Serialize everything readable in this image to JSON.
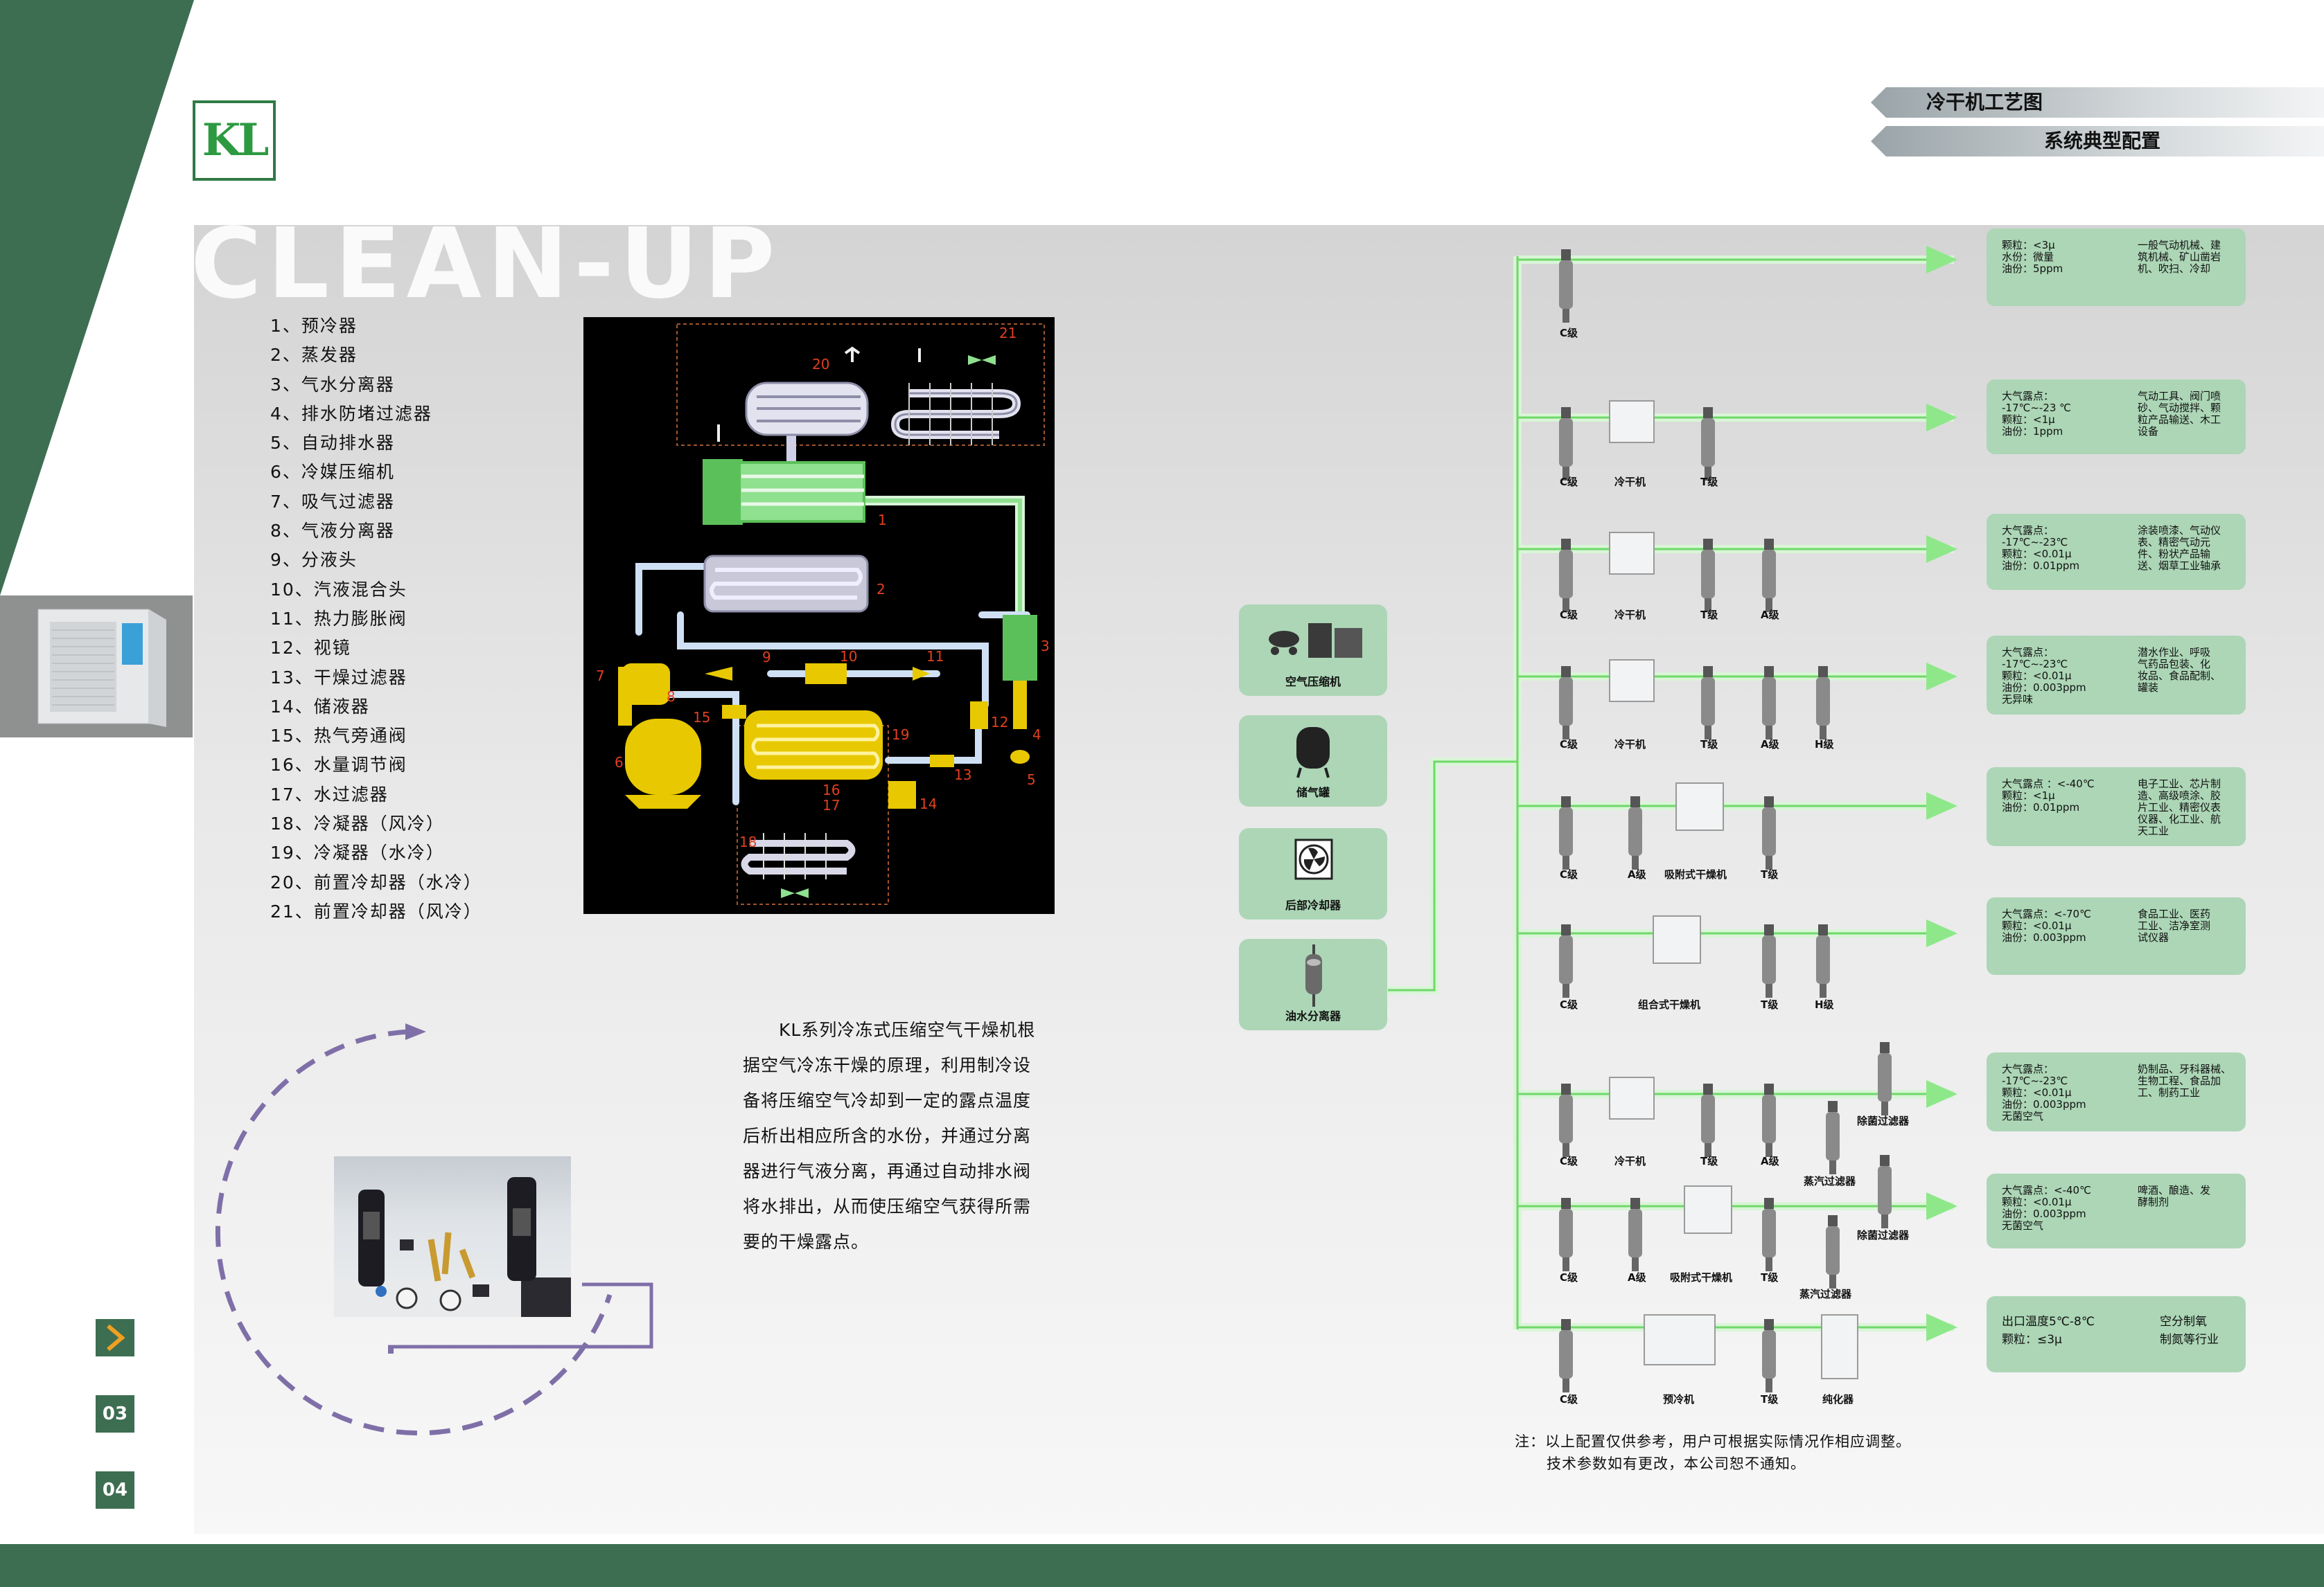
{
  "header": {
    "logo_text": "KL",
    "tab_process": "冷干机工艺图",
    "tab_config": "系统典型配置",
    "watermark_title": "CLEAN-UP"
  },
  "parts_list": [
    "1、预冷器",
    "2、蒸发器",
    "3、气水分离器",
    "4、排水防堵过滤器",
    "5、自动排水器",
    "6、冷媒压缩机",
    "7、吸气过滤器",
    "8、气液分离器",
    "9、分液头",
    "10、汽液混合头",
    "11、热力膨胀阀",
    "12、视镜",
    "13、干燥过滤器",
    "14、储液器",
    "15、热气旁通阀",
    "16、水量调节阀",
    "17、水过滤器",
    "18、冷凝器（风冷）",
    "19、冷凝器（水冷）",
    "20、前置冷却器（水冷）",
    "21、前置冷却器（风冷）"
  ],
  "process_diagram_numbers": [
    "1",
    "2",
    "3",
    "4",
    "5",
    "6",
    "7",
    "8",
    "9",
    "10",
    "11",
    "12",
    "13",
    "14",
    "15",
    "16",
    "17",
    "18",
    "19",
    "20",
    "21"
  ],
  "description": [
    "　　KL系列冷冻式压缩空气干燥机根",
    "据空气冷冻干燥的原理，利用制冷设",
    "备将压缩空气冷却到一定的露点温度",
    "后析出相应所含的水份，并通过分离",
    "器进行气液分离，再通过自动排水阀",
    "将水排出，从而使压缩空气获得所需",
    "要的干燥露点。"
  ],
  "side_buttons": {
    "page_a": "03",
    "page_b": "04"
  },
  "equipment": [
    "空气压缩机",
    "储气罐",
    "后部冷却器",
    "油水分离器"
  ],
  "config_lines": [
    {
      "components": [
        "C级"
      ],
      "spec_left": "颗粒：<3μ\n水份：微量\n油份：5ppm",
      "spec_right": "一般气动机械、建\n筑机械、矿山凿岩\n机、吹扫、冷却"
    },
    {
      "components": [
        "C级",
        "冷干机",
        "T级"
      ],
      "spec_left": "大气露点：\n-17℃~-23 ℃\n颗粒：<1μ\n油份：1ppm",
      "spec_right": "气动工具、阀门喷\n砂、气动搅拌、颗\n粒产品输送、木工\n设备"
    },
    {
      "components": [
        "C级",
        "冷干机",
        "T级",
        "A级"
      ],
      "spec_left": "大气露点：\n-17℃~-23℃\n颗粒：<0.01μ\n油份：0.01ppm",
      "spec_right": "涂装喷漆、气动仪\n表、精密气动元\n件、粉状产品输\n送、烟草工业轴承"
    },
    {
      "components": [
        "C级",
        "冷干机",
        "T级",
        "A级",
        "H级"
      ],
      "spec_left": "大气露点：\n-17℃~-23℃\n颗粒：<0.01μ\n油份：0.003ppm\n无异味",
      "spec_right": "潜水作业、呼吸\n气药品包装、化\n妆品、食品配制、\n罐装"
    },
    {
      "components": [
        "C级",
        "A级",
        "吸附式干燥机",
        "T级"
      ],
      "spec_left": "大气露点 ：<-40℃\n颗粒：<1μ\n油份：0.01ppm",
      "spec_right": "电子工业、芯片制\n造、高级喷涂、胶\n片工业、精密仪表\n仪器、化工业、航\n天工业"
    },
    {
      "components": [
        "C级",
        "组合式干燥机",
        "T级",
        "H级"
      ],
      "spec_left": "大气露点：<-70℃\n颗粒：<0.01μ\n油份：0.003ppm",
      "spec_right": "食品工业、医药\n工业、洁净室测\n试仪器"
    },
    {
      "components": [
        "C级",
        "冷干机",
        "T级",
        "A级",
        "蒸汽过滤器",
        "除菌过滤器"
      ],
      "spec_left": "大气露点：\n-17℃~-23℃\n颗粒：<0.01μ\n油份：0.003ppm\n无菌空气",
      "spec_right": "奶制品、牙科器械、\n生物工程、食品加\n工、制药工业"
    },
    {
      "components": [
        "C级",
        "A级",
        "吸附式干燥机",
        "T级",
        "蒸汽过滤器",
        "除菌过滤器"
      ],
      "spec_left": "大气露点：<-40℃\n颗粒：<0.01μ\n油份：0.003ppm\n无菌空气",
      "spec_right": "啤酒、酿造、发\n酵制剂"
    },
    {
      "components": [
        "C级",
        "预冷机",
        "T级",
        "纯化器"
      ],
      "spec_left": "出口温度5℃-8℃\n颗粒：≤3μ",
      "spec_right": "空分制氧\n制氮等行业"
    }
  ],
  "notes": [
    "注：以上配置仅供参考，用户可根据实际情况作相应调整。",
    "技术参数如有更改，本公司恕不通知。"
  ],
  "colors": {
    "brand_green": "#3d6e52",
    "card_green": "#acd6b6",
    "pipe_green": "#7ee07c",
    "accent_yellow": "#f0d000"
  }
}
